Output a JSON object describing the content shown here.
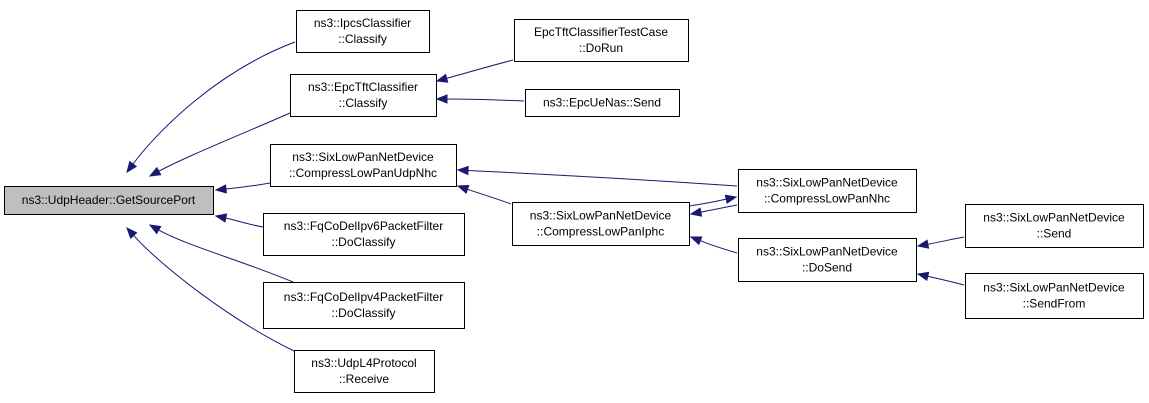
{
  "graph": {
    "colors": {
      "edge": "#191970",
      "root_fill": "#bfbfbf",
      "node_fill": "#ffffff",
      "border": "#000000"
    },
    "nodes": [
      {
        "id": "udp_getsourceport",
        "lines": [
          "ns3::UdpHeader::GetSourcePort"
        ],
        "root": true
      },
      {
        "id": "ipcs_classify",
        "lines": [
          "ns3::IpcsClassifier",
          "::Classify"
        ]
      },
      {
        "id": "epctft_classify",
        "lines": [
          "ns3::EpcTftClassifier",
          "::Classify"
        ]
      },
      {
        "id": "epctft_test_dorun",
        "lines": [
          "EpcTftClassifierTestCase",
          "::DoRun"
        ]
      },
      {
        "id": "epcuenas_send",
        "lines": [
          "ns3::EpcUeNas::Send"
        ]
      },
      {
        "id": "sixlowpan_compress_udpnhc",
        "lines": [
          "ns3::SixLowPanNetDevice",
          "::CompressLowPanUdpNhc"
        ]
      },
      {
        "id": "sixlowpan_compress_nhc",
        "lines": [
          "ns3::SixLowPanNetDevice",
          "::CompressLowPanNhc"
        ]
      },
      {
        "id": "sixlowpan_compress_iphc",
        "lines": [
          "ns3::SixLowPanNetDevice",
          "::CompressLowPanIphc"
        ]
      },
      {
        "id": "sixlowpan_dosend",
        "lines": [
          "ns3::SixLowPanNetDevice",
          "::DoSend"
        ]
      },
      {
        "id": "sixlowpan_send",
        "lines": [
          "ns3::SixLowPanNetDevice",
          "::Send"
        ]
      },
      {
        "id": "sixlowpan_sendfrom",
        "lines": [
          "ns3::SixLowPanNetDevice",
          "::SendFrom"
        ]
      },
      {
        "id": "fqcodel_ipv6_doclassify",
        "lines": [
          "ns3::FqCoDelIpv6PacketFilter",
          "::DoClassify"
        ]
      },
      {
        "id": "fqcodel_ipv4_doclassify",
        "lines": [
          "ns3::FqCoDelIpv4PacketFilter",
          "::DoClassify"
        ]
      },
      {
        "id": "udpl4_receive",
        "lines": [
          "ns3::UdpL4Protocol",
          "::Receive"
        ]
      }
    ],
    "edges": [
      {
        "from": "ipcs_classify",
        "to": "udp_getsourceport"
      },
      {
        "from": "epctft_classify",
        "to": "udp_getsourceport"
      },
      {
        "from": "sixlowpan_compress_udpnhc",
        "to": "udp_getsourceport"
      },
      {
        "from": "fqcodel_ipv6_doclassify",
        "to": "udp_getsourceport"
      },
      {
        "from": "fqcodel_ipv4_doclassify",
        "to": "udp_getsourceport"
      },
      {
        "from": "udpl4_receive",
        "to": "udp_getsourceport"
      },
      {
        "from": "epctft_test_dorun",
        "to": "epctft_classify"
      },
      {
        "from": "epcuenas_send",
        "to": "epctft_classify"
      },
      {
        "from": "sixlowpan_compress_nhc",
        "to": "sixlowpan_compress_udpnhc"
      },
      {
        "from": "sixlowpan_compress_iphc",
        "to": "sixlowpan_compress_udpnhc"
      },
      {
        "from": "sixlowpan_compress_iphc",
        "to": "sixlowpan_compress_nhc"
      },
      {
        "from": "sixlowpan_compress_nhc",
        "to": "sixlowpan_compress_iphc"
      },
      {
        "from": "sixlowpan_dosend",
        "to": "sixlowpan_compress_iphc"
      },
      {
        "from": "sixlowpan_send",
        "to": "sixlowpan_dosend"
      },
      {
        "from": "sixlowpan_sendfrom",
        "to": "sixlowpan_dosend"
      }
    ]
  }
}
